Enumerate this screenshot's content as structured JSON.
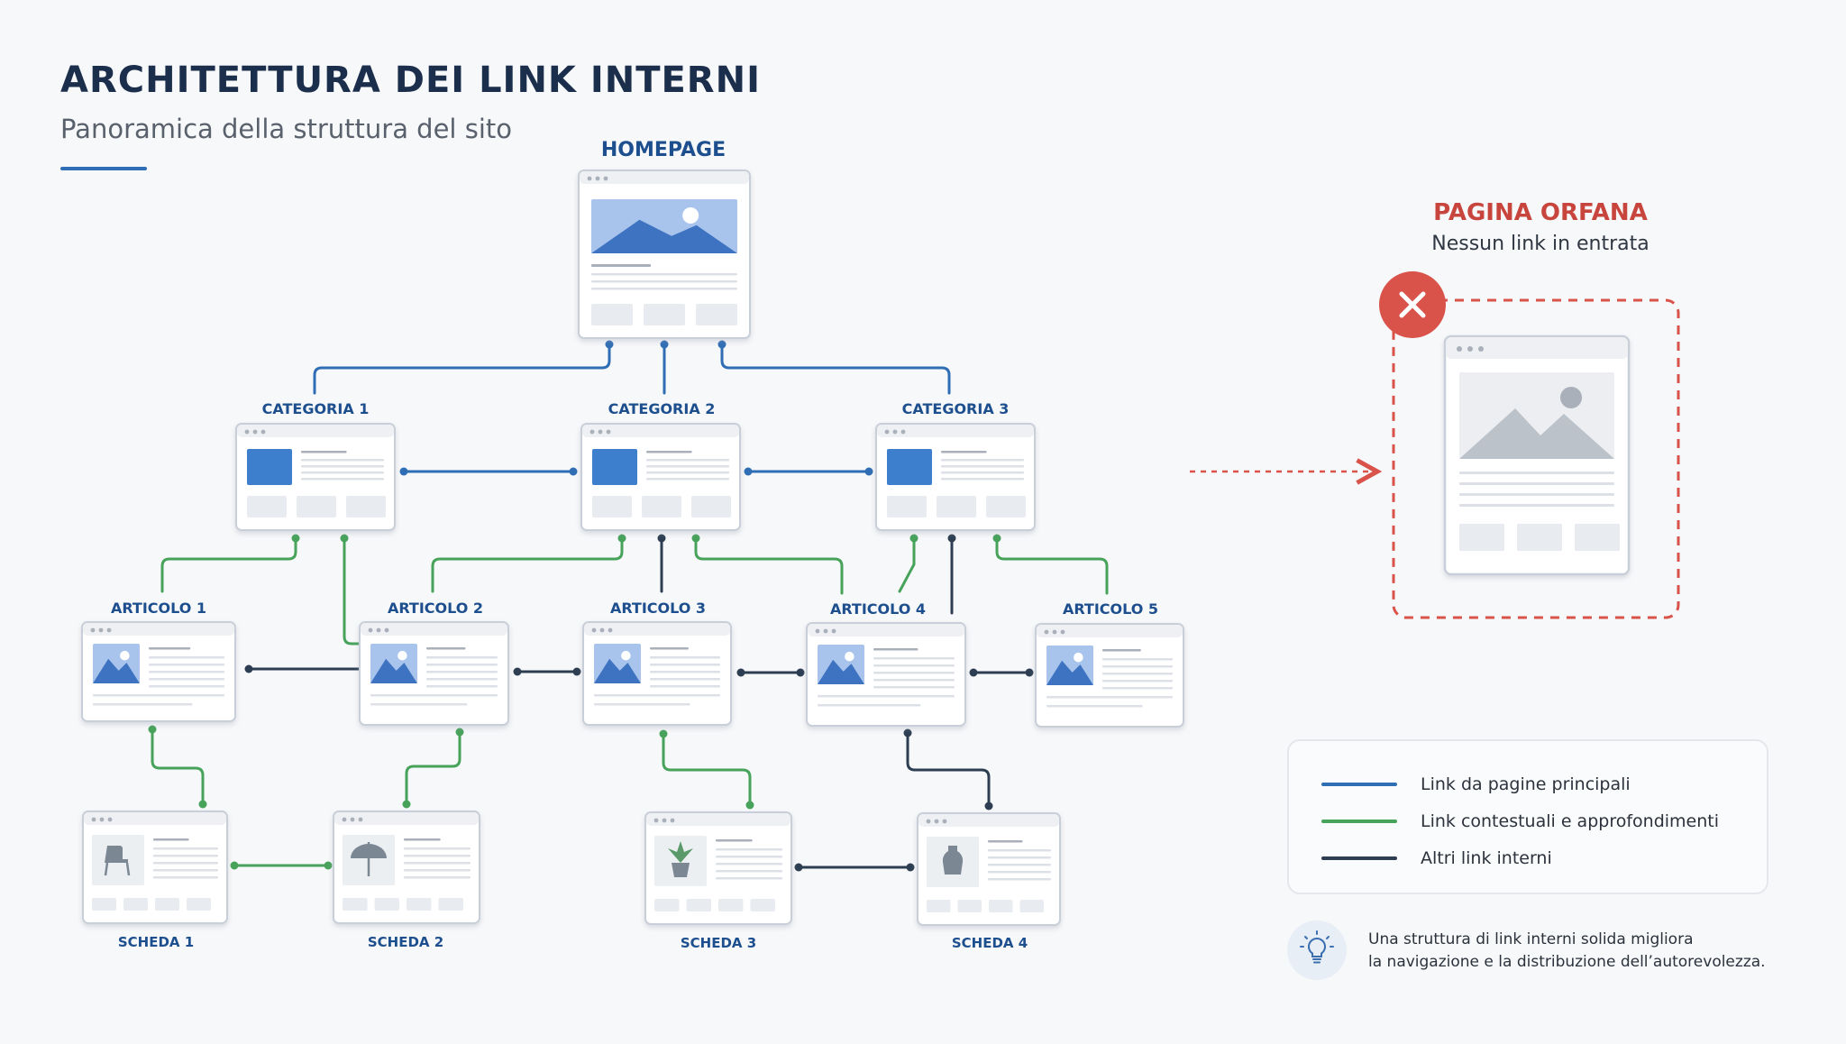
{
  "header": {
    "title": "ARCHITETTURA DEI LINK INTERNI",
    "subtitle": "Panoramica della struttura del sito"
  },
  "colors": {
    "primary_link": "#2f6db4",
    "contextual_link": "#47a25a",
    "other_link": "#2d3e52",
    "orphan": "#d9534a",
    "label": "#1d4f8e"
  },
  "diagram": {
    "homepage": {
      "label": "HOMEPAGE"
    },
    "categories": [
      {
        "label": "CATEGORIA 1"
      },
      {
        "label": "CATEGORIA 2"
      },
      {
        "label": "CATEGORIA 3"
      }
    ],
    "articles": [
      {
        "label": "ARTICOLO 1"
      },
      {
        "label": "ARTICOLO 2"
      },
      {
        "label": "ARTICOLO 3"
      },
      {
        "label": "ARTICOLO 4"
      },
      {
        "label": "ARTICOLO 5"
      }
    ],
    "sheets": [
      {
        "label": "SCHEDA 1",
        "icon": "chair-icon"
      },
      {
        "label": "SCHEDA 2",
        "icon": "umbrella-icon"
      },
      {
        "label": "SCHEDA 3",
        "icon": "plant-icon"
      },
      {
        "label": "SCHEDA 4",
        "icon": "vase-icon"
      }
    ],
    "links": {
      "primary": [
        [
          "homepage",
          "cat1"
        ],
        [
          "homepage",
          "cat2"
        ],
        [
          "homepage",
          "cat3"
        ],
        [
          "cat1",
          "cat2"
        ],
        [
          "cat2",
          "cat3"
        ]
      ],
      "contextual": [
        [
          "cat1",
          "art1"
        ],
        [
          "cat1",
          "art2"
        ],
        [
          "cat2",
          "art2"
        ],
        [
          "cat2",
          "art4"
        ],
        [
          "cat3",
          "art4"
        ],
        [
          "cat3",
          "art5"
        ],
        [
          "art1",
          "sch1"
        ],
        [
          "art2",
          "sch2"
        ],
        [
          "art3",
          "sch3"
        ],
        [
          "sch1",
          "sch2"
        ]
      ],
      "other": [
        [
          "cat2",
          "art3"
        ],
        [
          "cat3",
          "art4"
        ],
        [
          "art1",
          "art2"
        ],
        [
          "art2",
          "art3"
        ],
        [
          "art3",
          "art4"
        ],
        [
          "art4",
          "art5"
        ],
        [
          "art4",
          "sch4"
        ],
        [
          "sch3",
          "sch4"
        ]
      ]
    }
  },
  "orphan": {
    "title": "PAGINA ORFANA",
    "subtitle": "Nessun link in entrata",
    "icon": "close-icon"
  },
  "legend": {
    "items": [
      {
        "label": "Link da pagine principali",
        "color": "#2f6db4"
      },
      {
        "label": "Link contestuali e approfondimenti",
        "color": "#47a25a"
      },
      {
        "label": "Altri link interni",
        "color": "#2d3e52"
      }
    ]
  },
  "tip": {
    "icon": "lightbulb-icon",
    "lines": [
      "Una struttura di link interni solida migliora",
      "la navigazione e la distribuzione dell’autorevolezza."
    ]
  }
}
